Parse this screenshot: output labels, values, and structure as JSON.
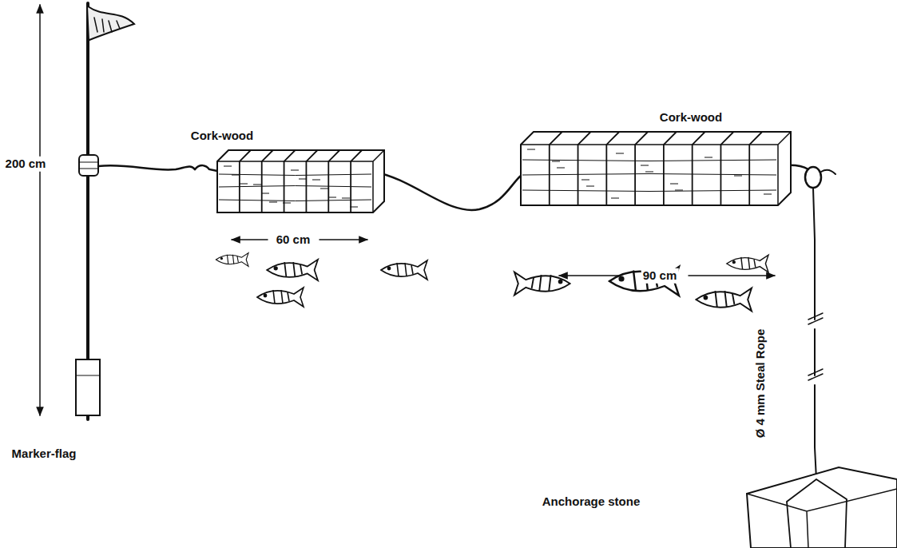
{
  "diagram": {
    "labels": [
      "200 cm",
      "Cork-wood",
      "Cork-wood",
      "60 cm",
      "90 cm",
      "Marker-flag",
      "Ø 4 mm Steal Rope",
      "Anchorage stone"
    ]
  }
}
